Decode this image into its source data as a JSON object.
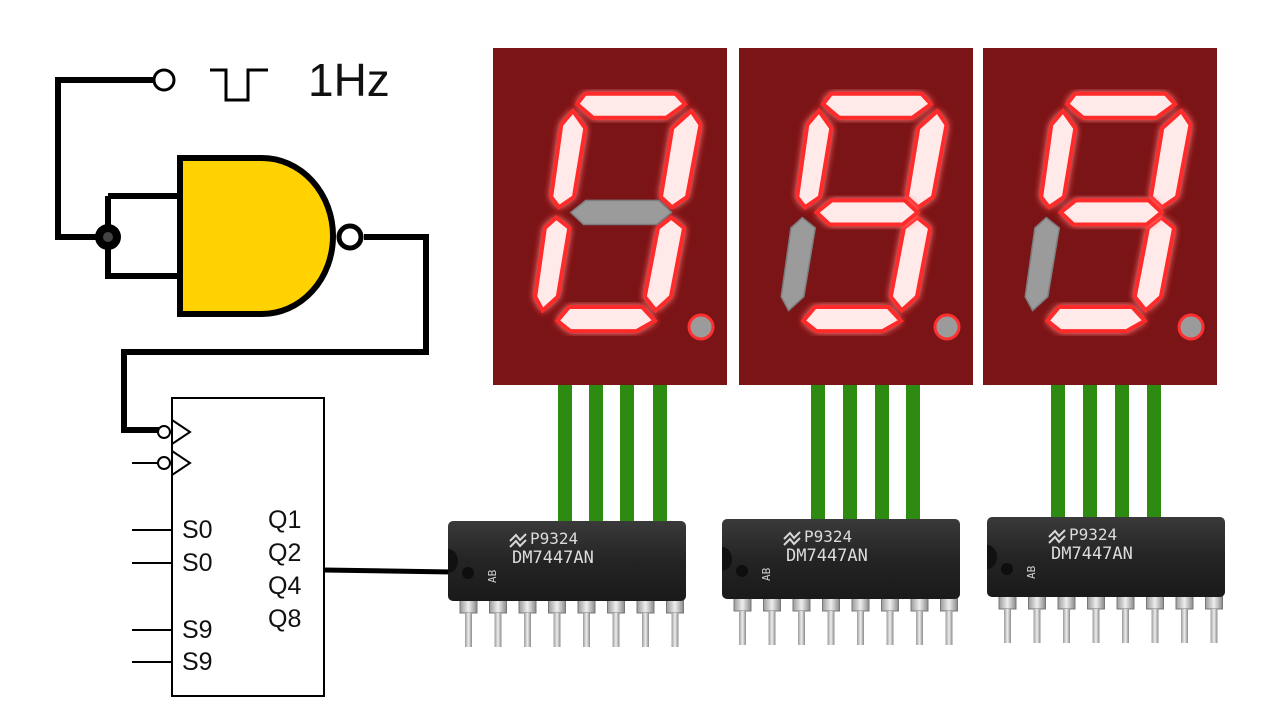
{
  "clock": {
    "label": "1Hz"
  },
  "counter": {
    "inputs": [
      "S0",
      "S0",
      "S9",
      "S9"
    ],
    "outputs": [
      "Q1",
      "Q2",
      "Q4",
      "Q8"
    ]
  },
  "chips": [
    {
      "line1": "P9324",
      "line2": "DM7447AN",
      "side": "AB"
    },
    {
      "line1": "P9324",
      "line2": "DM7447AN",
      "side": "AB"
    },
    {
      "line1": "P9324",
      "line2": "DM7447AN",
      "side": "AB"
    }
  ],
  "displays": [
    {
      "digit_lit_segments": [
        "a",
        "b",
        "c",
        "d",
        "e",
        "f"
      ],
      "digit_off_segments": [
        "g"
      ],
      "decimal_point_on": false
    },
    {
      "digit_lit_segments": [
        "a",
        "b",
        "c",
        "d",
        "f",
        "g"
      ],
      "digit_off_segments": [
        "e"
      ],
      "decimal_point_on": false
    },
    {
      "digit_lit_segments": [
        "a",
        "b",
        "c",
        "d",
        "f",
        "g"
      ],
      "digit_off_segments": [
        "e"
      ],
      "decimal_point_on": false
    }
  ],
  "colors": {
    "gate_fill": "#FFD200",
    "display_bg": "#7a1416",
    "segment_lit": "#ff2a2a",
    "segment_off": "#9b9b9b",
    "bus_wire": "#2e8b12",
    "chip_body": "#2a2a2a"
  }
}
